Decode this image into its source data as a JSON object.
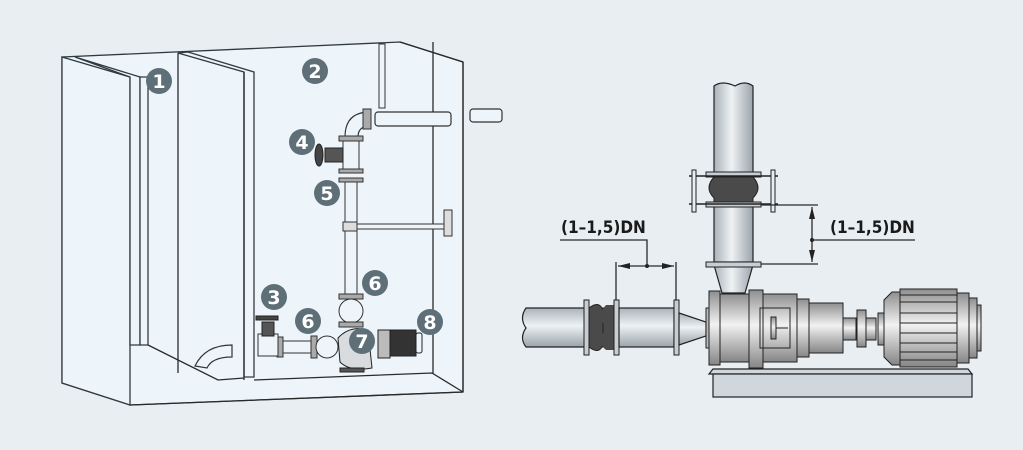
{
  "figure": {
    "left_panel": {
      "title": "Pump station basin layout",
      "callouts": [
        {
          "id": "c1",
          "label": "1"
        },
        {
          "id": "c2",
          "label": "2"
        },
        {
          "id": "c3",
          "label": "3"
        },
        {
          "id": "c4",
          "label": "4"
        },
        {
          "id": "c5",
          "label": "5"
        },
        {
          "id": "c6a",
          "label": "6"
        },
        {
          "id": "c6b",
          "label": "6"
        },
        {
          "id": "c7",
          "label": "7"
        },
        {
          "id": "c8",
          "label": "8"
        }
      ]
    },
    "right_panel": {
      "dimension_horizontal": "(1–1,5)DN",
      "dimension_vertical": "(1–1,5)DN"
    },
    "colors": {
      "background": "#e8eef2",
      "wall_fill": "#edf5fb",
      "callout_fill": "#5f6f78",
      "rubber": "#4a4a4a",
      "base": "#cfd6dc"
    }
  }
}
